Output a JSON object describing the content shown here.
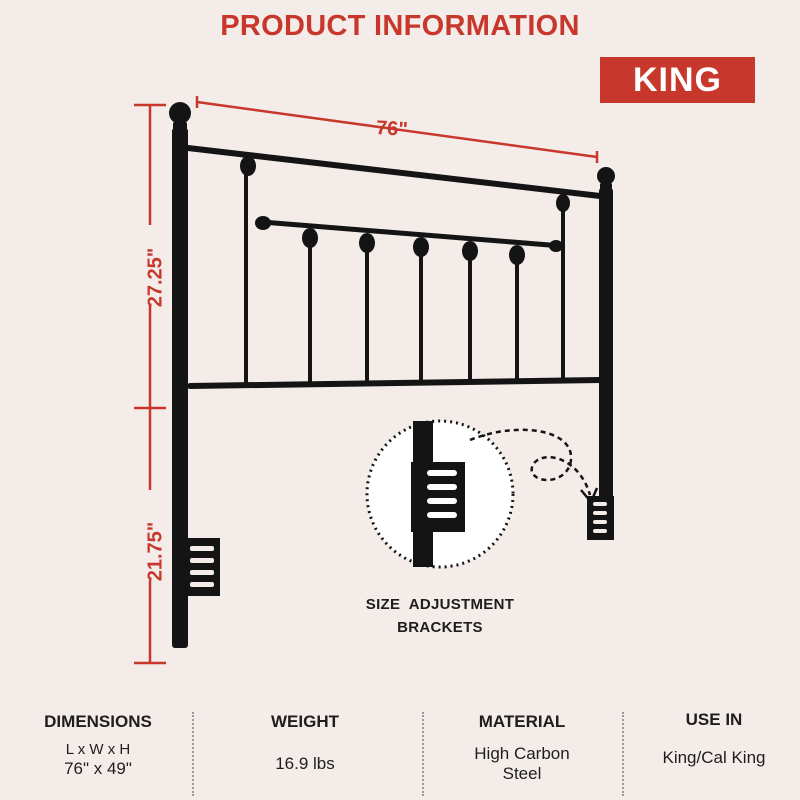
{
  "header": {
    "title": "PRODUCT INFORMATION",
    "size_badge": "KING"
  },
  "dimensions_overlay": {
    "width": "76\"",
    "upper_height": "27.25\"",
    "lower_height": "21.75\""
  },
  "callout": {
    "line1": "SIZE  ADJUSTMENT",
    "line2": "BRACKETS"
  },
  "specs": [
    {
      "heading": "DIMENSIONS",
      "sublabel": "L x W x H",
      "value": "76\" x 49\""
    },
    {
      "heading": "WEIGHT",
      "value": "16.9 lbs"
    },
    {
      "heading": "MATERIAL",
      "value_line1": "High Carbon",
      "value_line2": "Steel"
    },
    {
      "heading": "USE IN",
      "value": "King/Cal King"
    }
  ],
  "colors": {
    "accent": "#c8372c",
    "background": "#f3ece9",
    "metal": "#141414"
  }
}
